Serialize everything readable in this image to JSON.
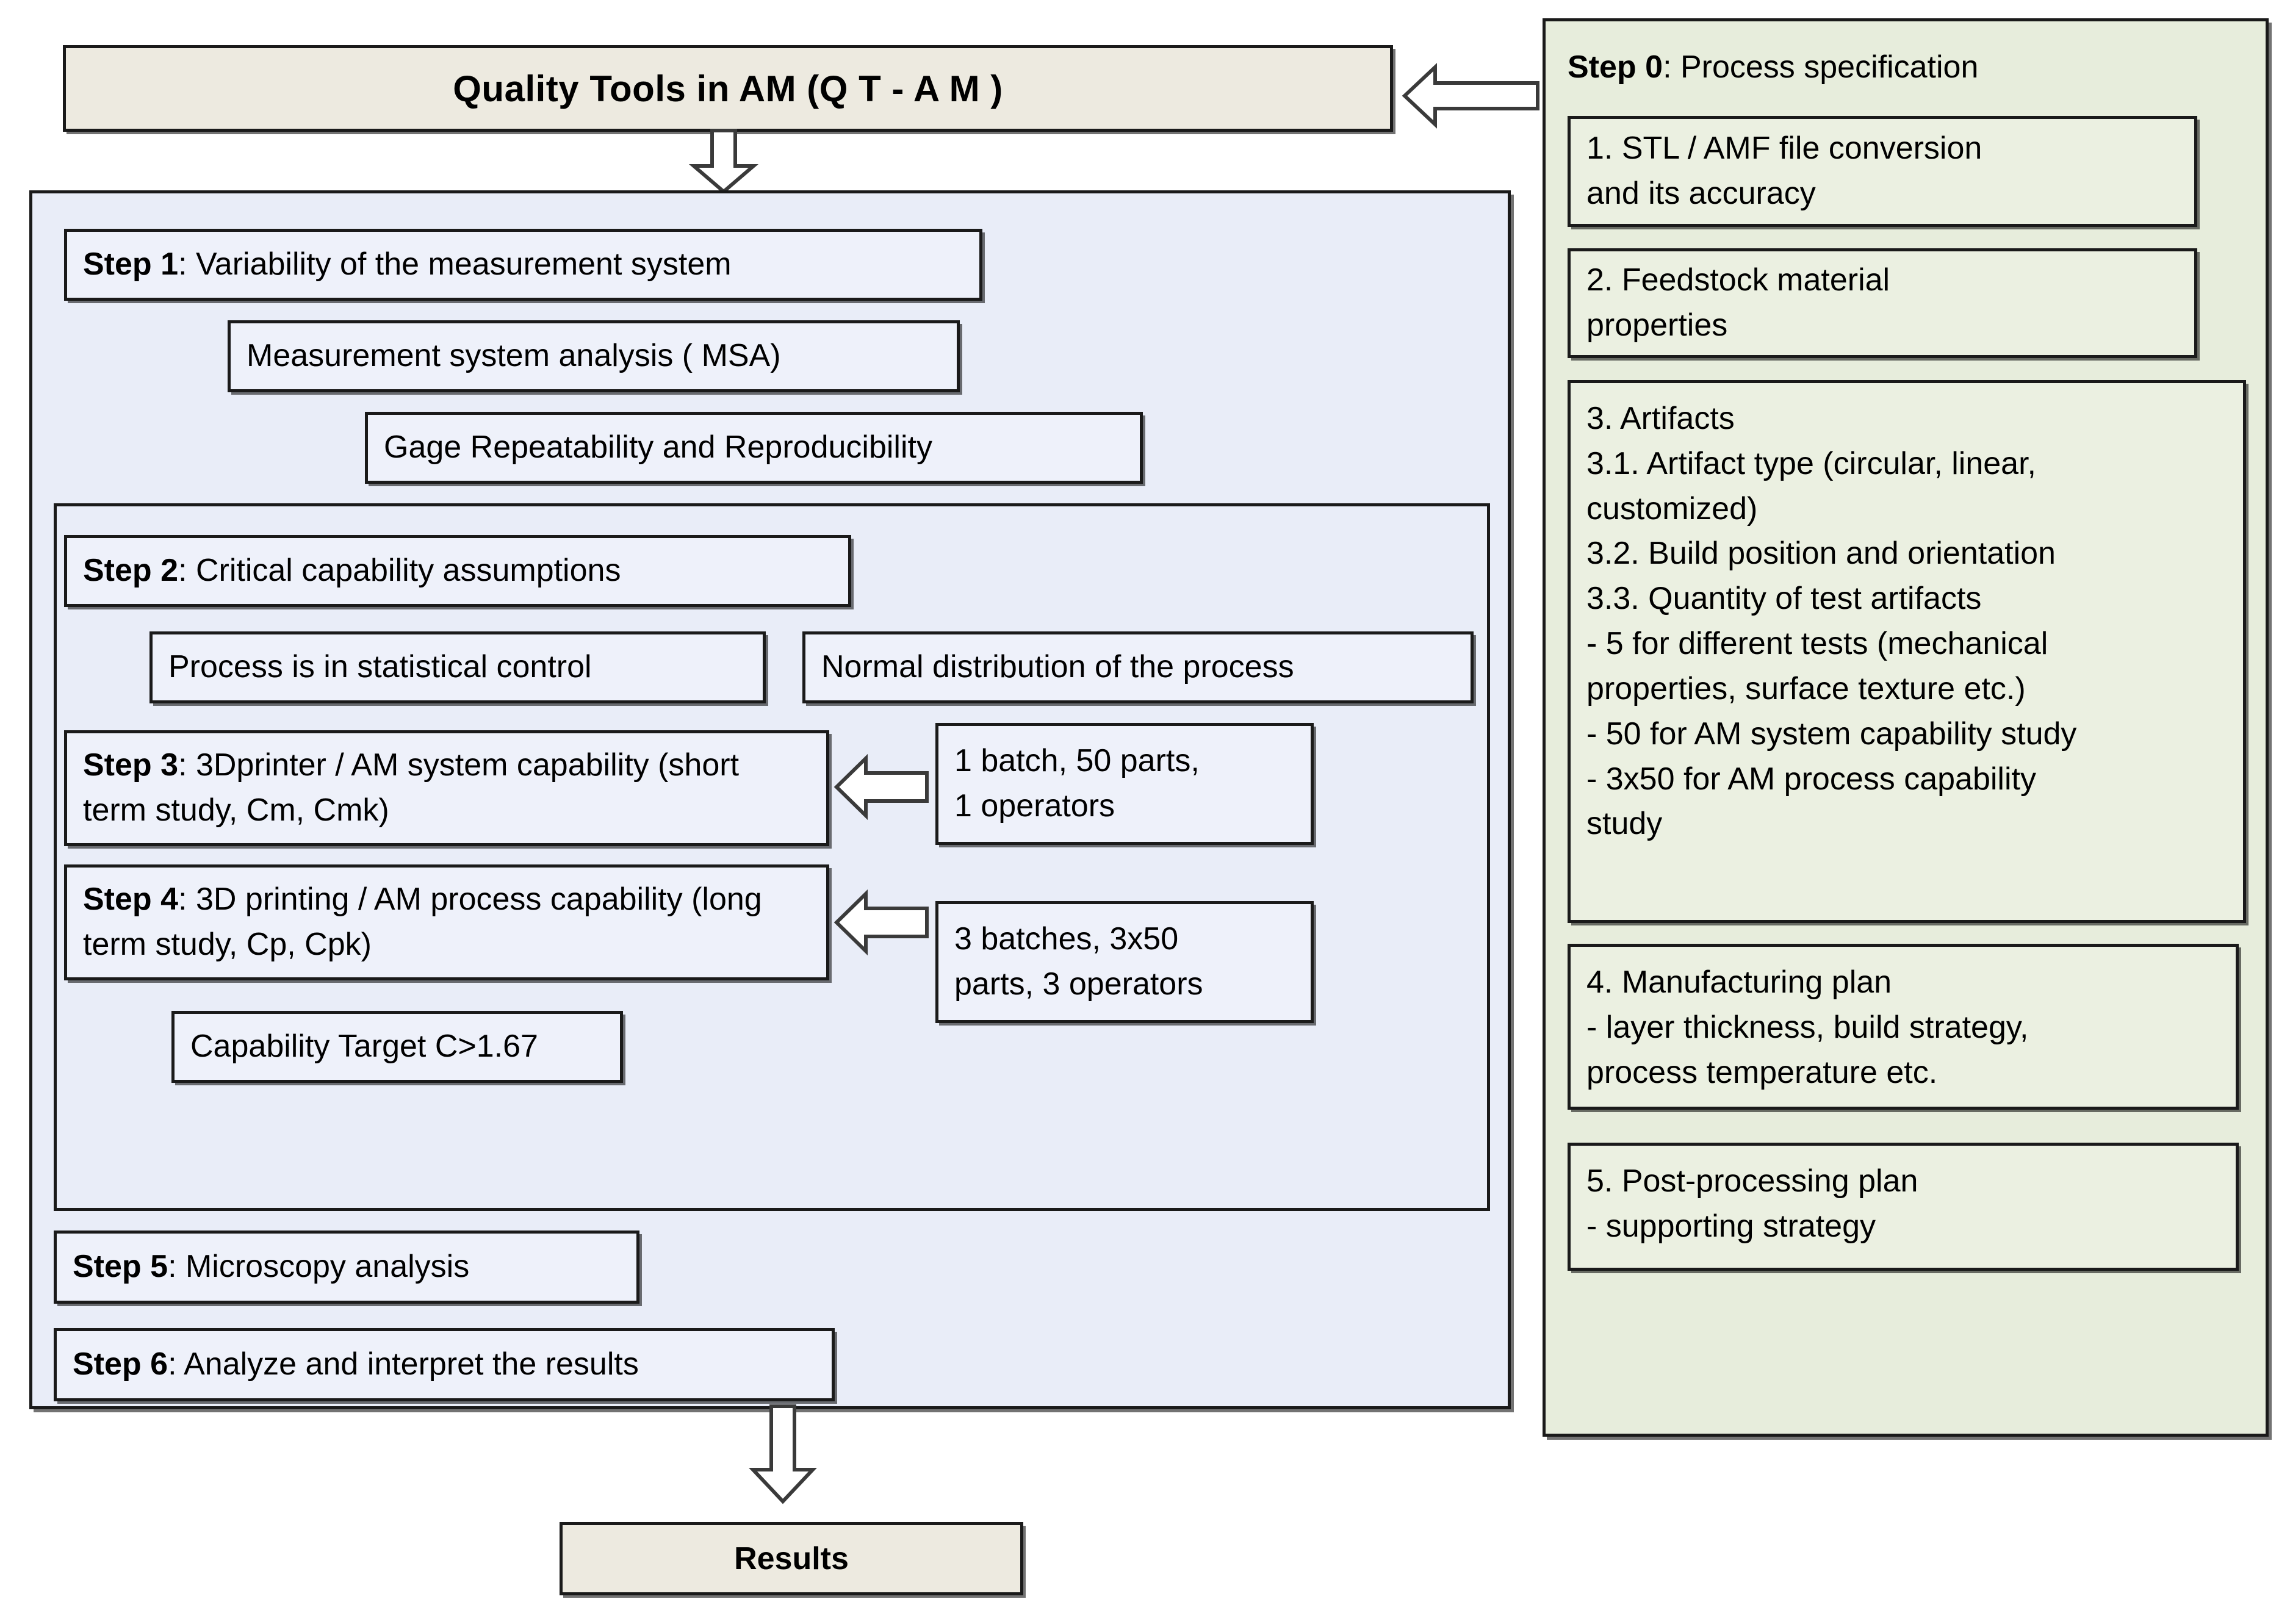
{
  "title": {
    "text": "Quality Tools in AM (Q T - A M )"
  },
  "left_panel": {
    "step1": {
      "lead": "Step 1",
      "rest": ": Variability of the measurement system"
    },
    "msa": "Measurement system analysis ( MSA)",
    "grr": "Gage Repeatability and Reproducibility",
    "step2": {
      "lead": "Step 2",
      "rest": ": Critical capability assumptions"
    },
    "assumption_left": "Process is in statistical control",
    "assumption_right": "Normal distribution of the process",
    "step3": {
      "lead": "Step 3",
      "rest": ": 3Dprinter / AM system capability (short term study, Cm, Cmk)"
    },
    "step3_note": "1 batch, 50 parts,\n1 operators",
    "step4": {
      "lead": "Step 4",
      "rest": ": 3D printing / AM process capability (long term study, Cp, Cpk)"
    },
    "step4_note": "3 batches, 3x50\nparts, 3 operators",
    "capability_target": "Capability Target C>1.67",
    "step5": {
      "lead": "Step 5",
      "rest": ": Microscopy analysis"
    },
    "step6": {
      "lead": "Step 6",
      "rest": ": Analyze and interpret the results"
    }
  },
  "right_panel": {
    "header": {
      "lead": "Step 0",
      "rest": ": Process specification"
    },
    "items": [
      {
        "text": "1. STL / AMF file conversion\nand its  accuracy"
      },
      {
        "text": "2. Feedstock material\nproperties"
      },
      {
        "text": "3. Artifacts\n3.1. Artifact type (circular, linear,\ncustomized)\n3.2. Build position and orientation\n3.3. Quantity of test artifacts\n- 5 for different tests (mechanical\nproperties, surface texture etc.)\n- 50 for AM system capability study\n- 3x50 for AM process capability\nstudy"
      },
      {
        "text": "4. Manufacturing plan\n- layer thickness, build strategy,\nprocess temperature etc."
      },
      {
        "text": "5. Post-processing plan\n- supporting strategy"
      }
    ]
  },
  "results": {
    "text": "Results"
  },
  "arrows": {
    "title_to_step0": "left-block-arrow",
    "title_to_left_panel": "down-block-arrow",
    "note_to_step3": "left-block-arrow",
    "note_to_step4": "left-block-arrow",
    "panel_to_results": "down-block-arrow"
  },
  "colors": {
    "title_fill": "#edeae0",
    "left_panel_fill": "#e9edf8",
    "right_panel_fill": "#e7eddc",
    "box_border": "#1a1a1a",
    "inner_blue_fill": "#eef1fa",
    "inner_green_fill": "#ebf0e1"
  }
}
